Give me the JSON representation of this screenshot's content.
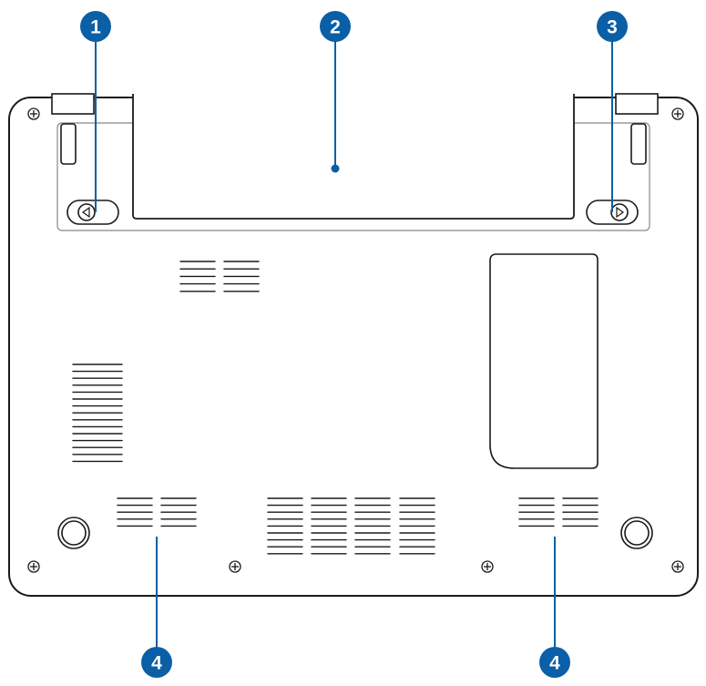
{
  "colors": {
    "outline": "#1a1a1a",
    "panel_fill": "#ffffff",
    "callout": "#0a5fa6",
    "callout_text": "#ffffff"
  },
  "callouts": [
    {
      "id": "latch-left",
      "number": "1"
    },
    {
      "id": "battery-pack",
      "number": "2"
    },
    {
      "id": "latch-right",
      "number": "3"
    },
    {
      "id": "speaker-left",
      "number": "4"
    },
    {
      "id": "speaker-right",
      "number": "4"
    }
  ]
}
